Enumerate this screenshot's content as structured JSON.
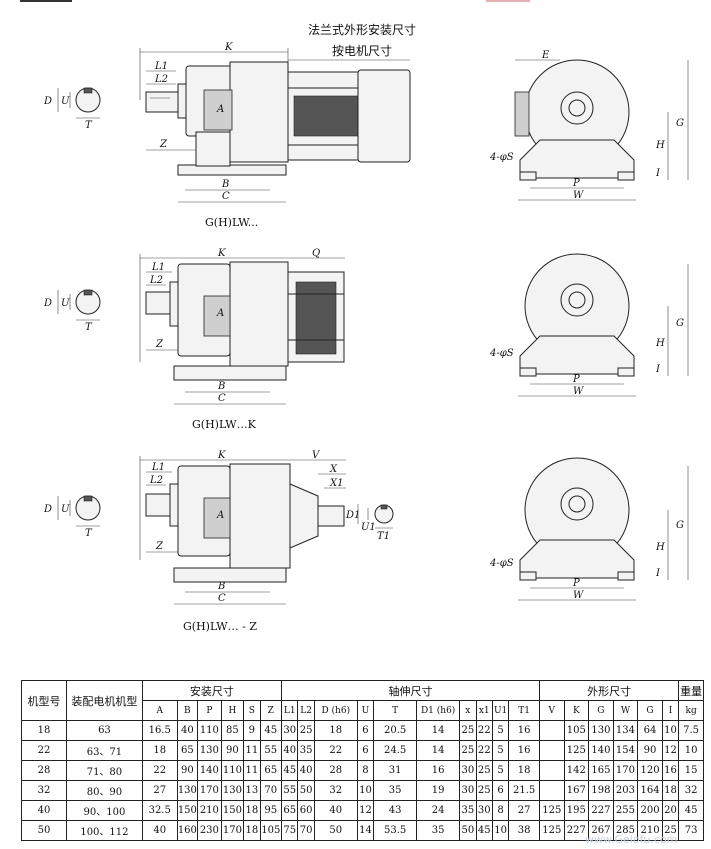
{
  "page_title": "法兰式外形安装尺寸",
  "motor_note": "按电机尺寸",
  "captions": [
    "G(H)LW...",
    "G(H)LW…K",
    "G(H)LW… - Z"
  ],
  "labels": {
    "K": "K",
    "L1": "L1",
    "L2": "L2",
    "Z": "Z",
    "A": "A",
    "B": "B",
    "C": "C",
    "D": "D",
    "U": "U",
    "T": "T",
    "Q": "Q",
    "V": "V",
    "X": "X",
    "X1": "X1",
    "D1": "D1",
    "U1": "U1",
    "T1": "T1",
    "E": "E",
    "G": "G",
    "H": "H",
    "I": "I",
    "P": "P",
    "W": "W",
    "S": "4-φS"
  },
  "table": {
    "group_headers": {
      "model": "机型号",
      "motor": "装配电机机型",
      "install": "安装尺寸",
      "shaft": "轴伸尺寸",
      "outline": "外形尺寸",
      "weight": "重量"
    },
    "sub_headers": [
      "A",
      "B",
      "P",
      "H",
      "S",
      "Z",
      "L1",
      "L2",
      "D (h6)",
      "U",
      "T",
      "D1 (h6)",
      "x",
      "x1",
      "U1",
      "T1",
      "V",
      "K",
      "G",
      "W",
      "G",
      "I",
      "kg"
    ],
    "rows": [
      [
        "18",
        "63",
        "16.5",
        "40",
        "110",
        "85",
        "9",
        "45",
        "30",
        "25",
        "18",
        "6",
        "20.5",
        "14",
        "25",
        "22",
        "5",
        "16",
        "",
        "105",
        "130",
        "134",
        "64",
        "10",
        "7.5"
      ],
      [
        "22",
        "63、71",
        "18",
        "65",
        "130",
        "90",
        "11",
        "55",
        "40",
        "35",
        "22",
        "6",
        "24.5",
        "14",
        "25",
        "22",
        "5",
        "16",
        "",
        "125",
        "140",
        "154",
        "90",
        "12",
        "10"
      ],
      [
        "28",
        "71、80",
        "22",
        "90",
        "140",
        "110",
        "11",
        "65",
        "45",
        "40",
        "28",
        "8",
        "31",
        "16",
        "30",
        "25",
        "5",
        "18",
        "",
        "142",
        "165",
        "170",
        "120",
        "16",
        "15"
      ],
      [
        "32",
        "80、90",
        "27",
        "130",
        "170",
        "130",
        "13",
        "70",
        "55",
        "50",
        "32",
        "10",
        "35",
        "19",
        "30",
        "25",
        "6",
        "21.5",
        "",
        "167",
        "198",
        "203",
        "164",
        "18",
        "32"
      ],
      [
        "40",
        "90、100",
        "32.5",
        "150",
        "210",
        "150",
        "18",
        "95",
        "65",
        "60",
        "40",
        "12",
        "43",
        "24",
        "35",
        "30",
        "8",
        "27",
        "125",
        "195",
        "227",
        "255",
        "200",
        "20",
        "45"
      ],
      [
        "50",
        "100、112",
        "40",
        "160",
        "230",
        "170",
        "18",
        "105",
        "75",
        "70",
        "50",
        "14",
        "53.5",
        "35",
        "50",
        "45",
        "10",
        "38",
        "125",
        "227",
        "267",
        "285",
        "210",
        "25",
        "73"
      ]
    ]
  },
  "watermark": "www.Gelofu.com"
}
